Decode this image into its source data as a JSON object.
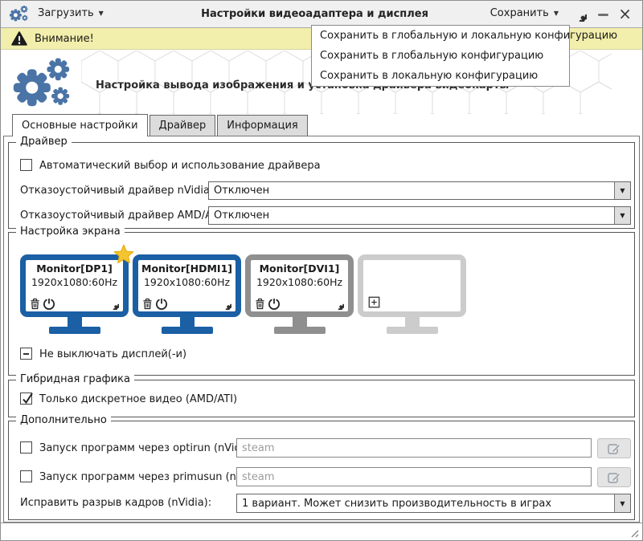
{
  "colors": {
    "accent": "#4b74a6",
    "monitor_blue": "#1b5fa5",
    "monitor_gray": "#8f8f8f",
    "monitor_empty": "#cccccc",
    "warning_bg": "#f2eeab",
    "star_gold": "#f4c431",
    "titlebar_bg": "#f0f0f0"
  },
  "titlebar": {
    "load_label": "Загрузить",
    "title": "Настройки видеоадаптера и дисплея",
    "save_label": "Сохранить"
  },
  "warning": {
    "text": "Внимание!"
  },
  "save_menu": {
    "items": [
      "Сохранить в глобальную и локальную конфигурацию",
      "Сохранить в глобальную конфигурацию",
      "Сохранить в локальную конфигурацию"
    ]
  },
  "header": {
    "subtitle": "Настройка вывода изображения и установка драйвера видеокарты"
  },
  "tabs": [
    {
      "label": "Основные настройки",
      "active": true
    },
    {
      "label": "Драйвер",
      "active": false
    },
    {
      "label": "Информация",
      "active": false
    }
  ],
  "driver_group": {
    "title": "Драйвер",
    "auto_driver_label": "Автоматический выбор и использование драйвера",
    "auto_driver_checked": false,
    "nvidia_failsafe_label": "Отказоустойчивый драйвер nVidia:",
    "nvidia_failsafe_value": "Отключен",
    "amd_failsafe_label": "Отказоустойчивый драйвер AMD/ATI:",
    "amd_failsafe_value": "Отключен"
  },
  "screen_group": {
    "title": "Настройка экрана",
    "monitors": [
      {
        "name": "Monitor[DP1]",
        "mode": "1920x1080:60Hz",
        "primary": true,
        "state": "enabled"
      },
      {
        "name": "Monitor[HDMI1]",
        "mode": "1920x1080:60Hz",
        "primary": false,
        "state": "enabled"
      },
      {
        "name": "Monitor[DVI1]",
        "mode": "1920x1080:60Hz",
        "primary": false,
        "state": "disabled"
      },
      {
        "name": "",
        "mode": "",
        "primary": false,
        "state": "empty"
      }
    ],
    "keep_on_label": "Не выключать дисплей(-и)",
    "keep_on_state": "indeterminate"
  },
  "hybrid_group": {
    "title": "Гибридная графика",
    "discrete_only_label": "Только дискретное видео (AMD/ATI)",
    "discrete_only_checked": true
  },
  "extra_group": {
    "title": "Дополнительно",
    "optirun_label": "Запуск программ через optirun (nVidia):",
    "optirun_checked": false,
    "optirun_placeholder": "steam",
    "primusun_label": "Запуск программ через primusun (nVidia):",
    "primusun_checked": false,
    "primusun_placeholder": "steam",
    "tearing_label": "Исправить разрыв кадров (nVidia):",
    "tearing_value": "1 вариант. Может снизить производительность в играх"
  }
}
